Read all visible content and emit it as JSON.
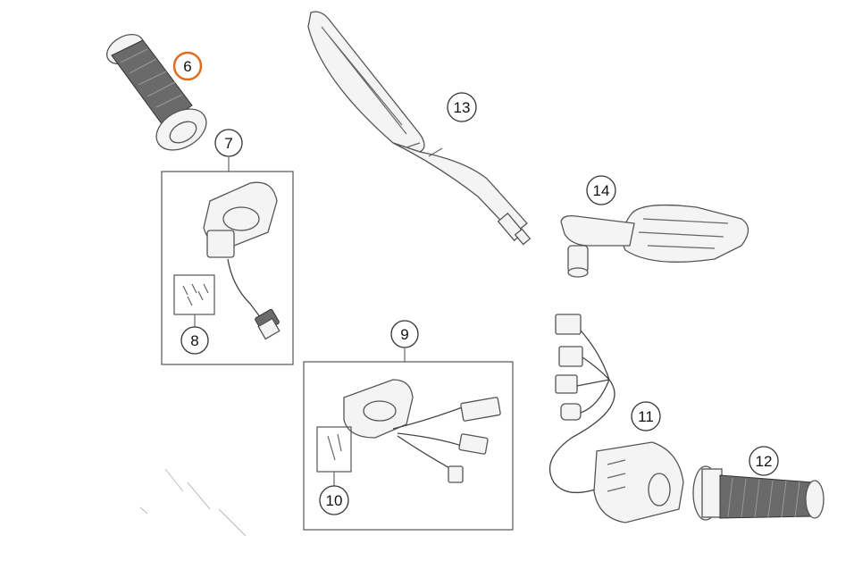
{
  "colors": {
    "highlight": "#e06d1f",
    "callout_stroke": "#333333",
    "part_stroke": "#555555"
  },
  "callouts": [
    {
      "id": "6",
      "label": "6",
      "highlighted": true
    },
    {
      "id": "7",
      "label": "7",
      "highlighted": false
    },
    {
      "id": "8",
      "label": "8",
      "highlighted": false
    },
    {
      "id": "9",
      "label": "9",
      "highlighted": false
    },
    {
      "id": "10",
      "label": "10",
      "highlighted": false
    },
    {
      "id": "11",
      "label": "11",
      "highlighted": false
    },
    {
      "id": "12",
      "label": "12",
      "highlighted": false
    },
    {
      "id": "13",
      "label": "13",
      "highlighted": false
    },
    {
      "id": "14",
      "label": "14",
      "highlighted": false
    }
  ]
}
